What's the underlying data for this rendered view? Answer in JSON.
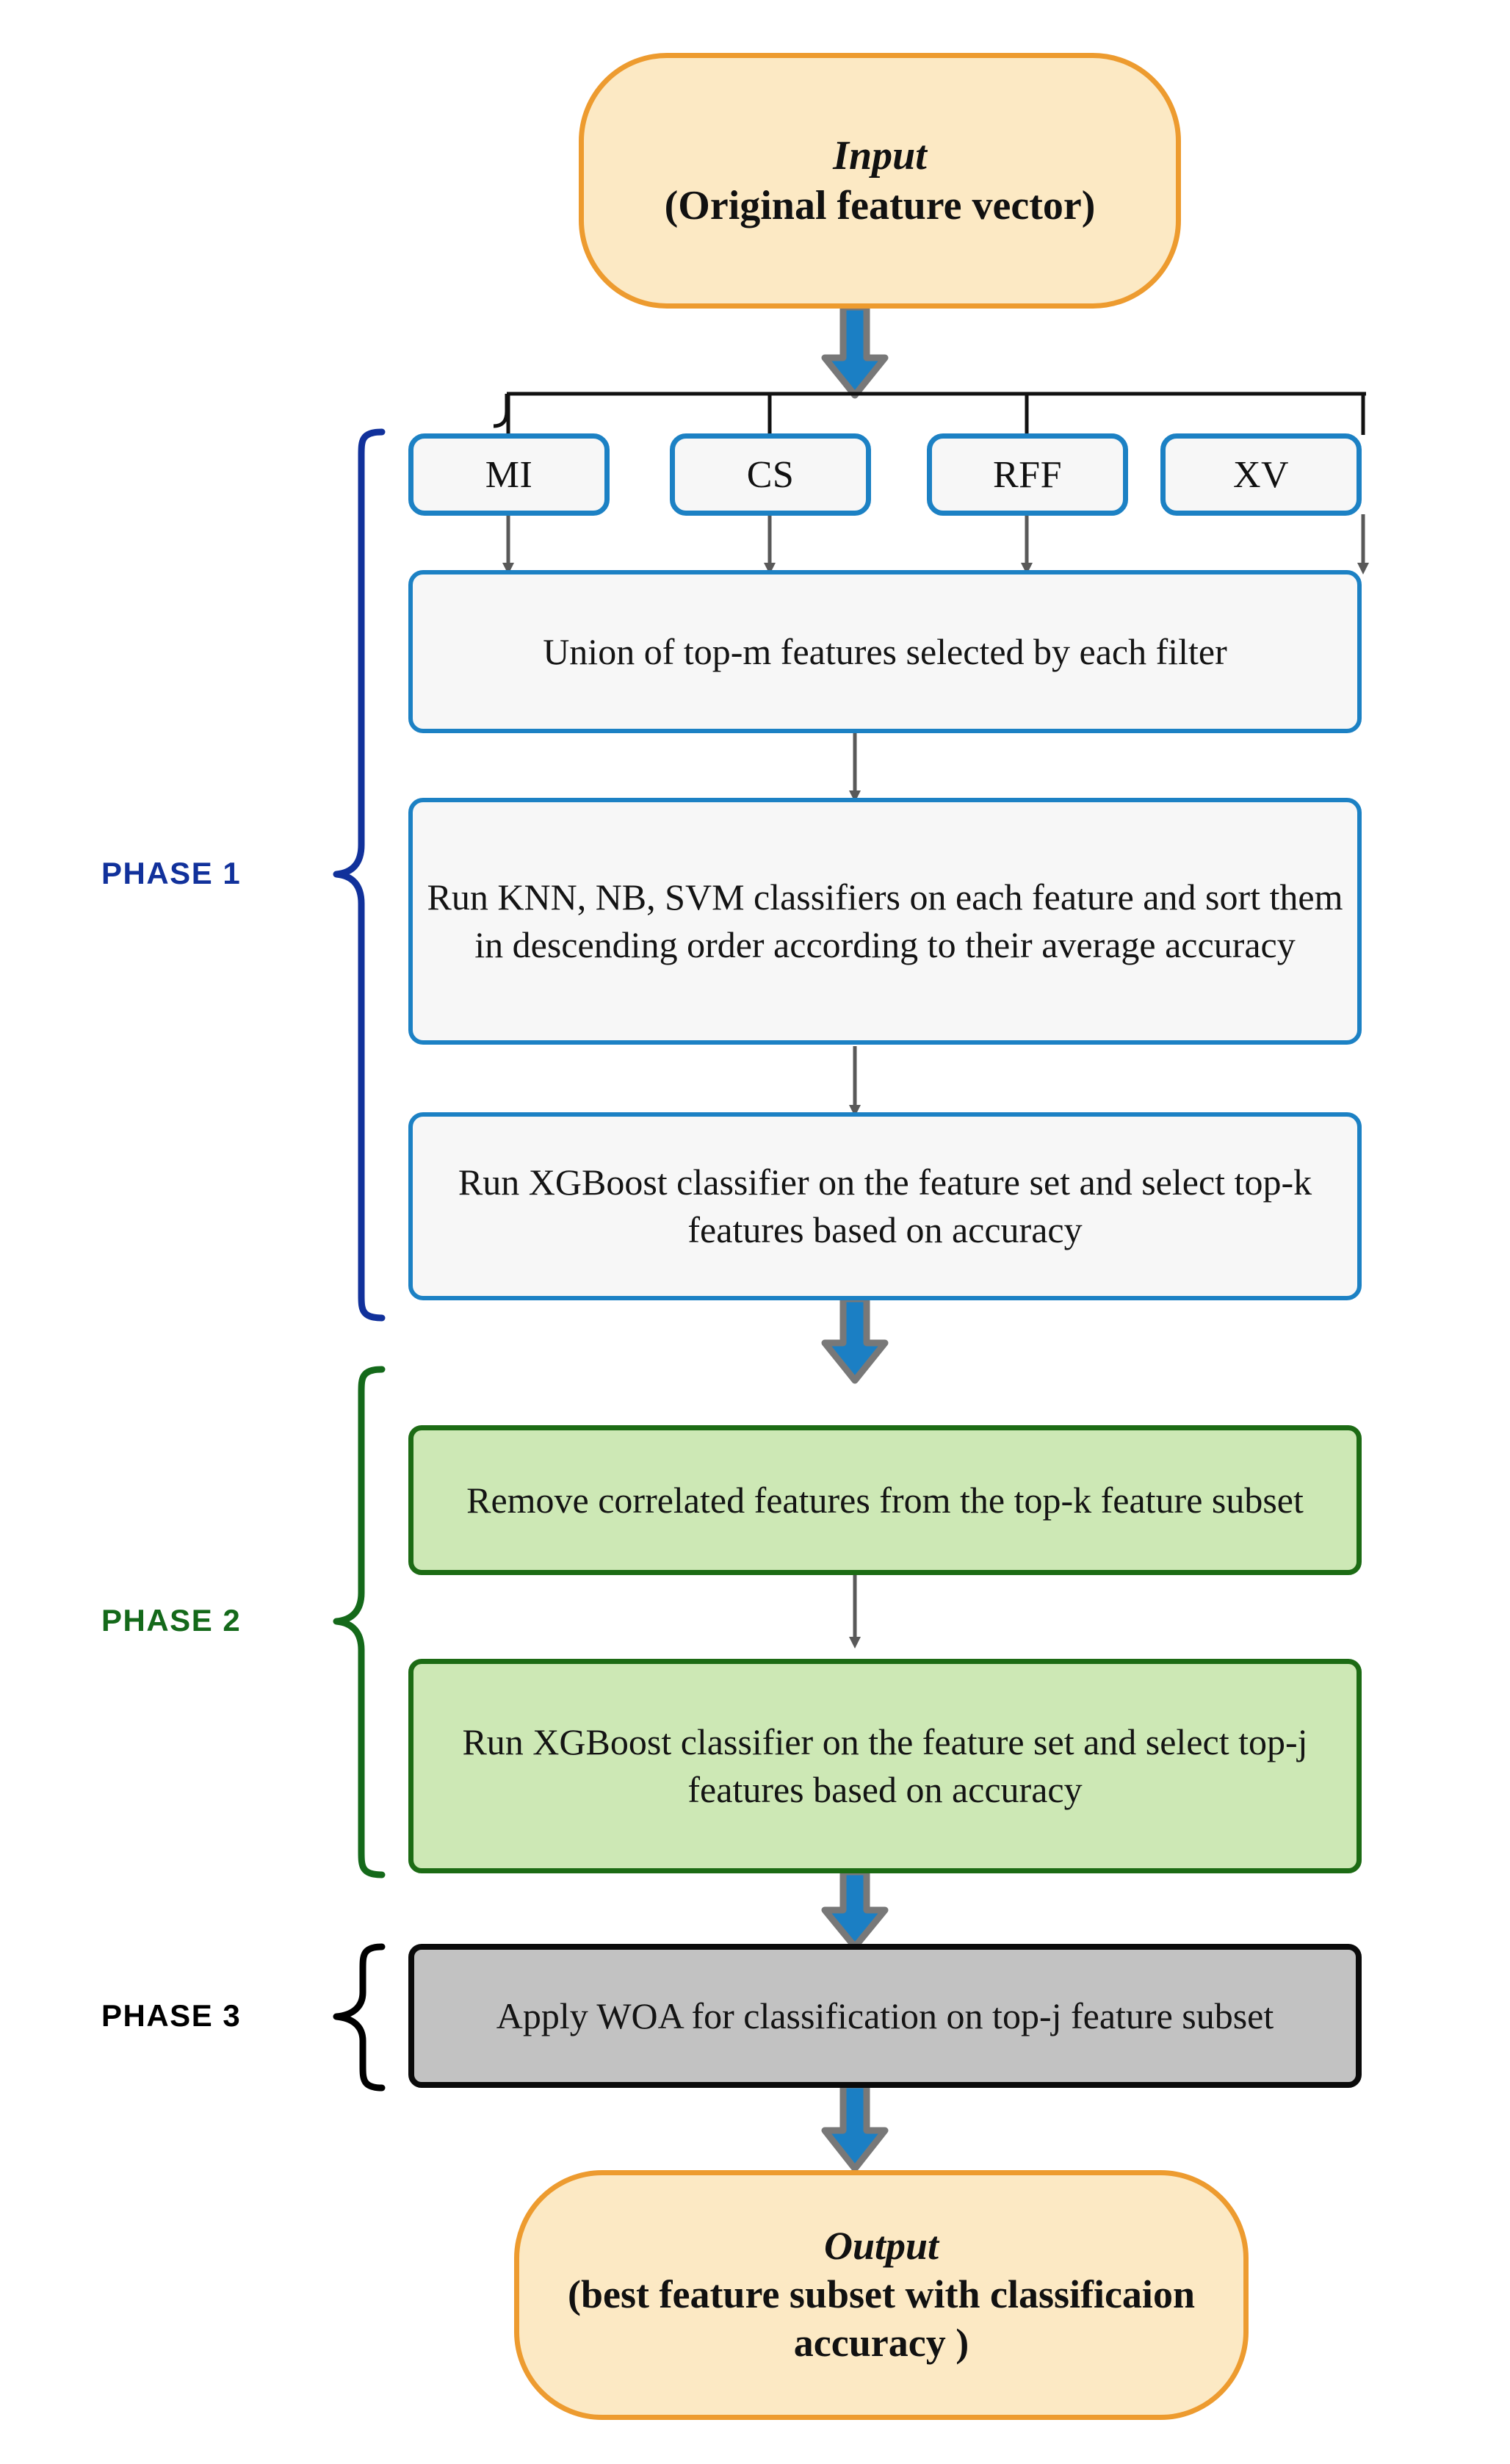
{
  "diagram": {
    "title_hidden": "",
    "colors": {
      "terminator_fill": "#FCE9C4",
      "terminator_border": "#ED9B2F",
      "filter_border": "#1C81C4",
      "process_blue_fill": "#F7F7F7",
      "process_green_fill": "#CDE8B5",
      "process_green_border": "#1C6B14",
      "process_gray_fill": "#C2C2C2",
      "process_gray_border": "#0A0A0A",
      "block_arrow_fill": "#1B7FC4",
      "block_arrow_outline": "#787878",
      "thin_arrow": "#555555",
      "phase1_label": "#11319B",
      "phase2_label": "#14691A",
      "phase3_label": "#000000"
    },
    "input": {
      "line1": "Input",
      "line2": "(Original feature vector)"
    },
    "filters": [
      {
        "label": "MI"
      },
      {
        "label": "CS"
      },
      {
        "label": "RFF"
      },
      {
        "label": "XV"
      }
    ],
    "phases": [
      {
        "label": "PHASE 1"
      },
      {
        "label": "PHASE 2"
      },
      {
        "label": "PHASE 3"
      }
    ],
    "steps": {
      "union": "Union of top-m features selected by each filter",
      "classifiers": "Run KNN, NB, SVM classifiers on each feature and sort them in descending order according to their average accuracy",
      "xgboost_k": "Run XGBoost classifier on  the feature set and select top-k features based on accuracy",
      "remove_corr": "Remove correlated features from the top-k feature subset",
      "xgboost_j": "Run XGBoost classifier on the feature set and select top-j features based on accuracy",
      "woa": "Apply WOA for classification on top-j feature subset"
    },
    "output": {
      "line1": "Output",
      "line2": "(best feature subset with classificaion accuracy )"
    }
  }
}
